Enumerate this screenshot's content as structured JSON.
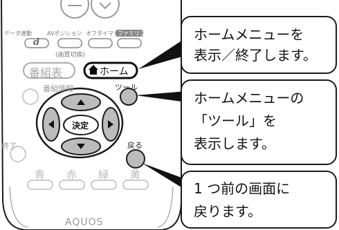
{
  "remote": {
    "top_labels": [
      "データ連動",
      "AVポジション",
      "オフタイマー",
      "ファミリンク"
    ],
    "d_button_label": "d",
    "sub_label": "(画質切換)",
    "program_guide_label": "番組表",
    "home_label": "ホーム",
    "program_info_label": "番組情報",
    "tool_label": "ツール",
    "center_label": "決定",
    "exit_label": "終了",
    "back_label": "戻る",
    "color_labels": [
      "青",
      "赤",
      "緑",
      "黄"
    ],
    "brand": "AQUOS",
    "icons": [
      "home-icon",
      "arrow-up-icon",
      "arrow-down-icon",
      "arrow-left-icon",
      "arrow-right-icon"
    ],
    "colors": {
      "remote_body": "#ffffff",
      "outline": "#1a1a1a",
      "tool_button": "#bcbcbc",
      "home_button": "#0d0d0d",
      "familink": "#888888"
    }
  },
  "callouts": [
    {
      "lines": [
        "ホームメニューを",
        "表示／終了します。"
      ]
    },
    {
      "lines": [
        "ホームメニューの",
        "「ツール」を",
        "表示します。"
      ]
    },
    {
      "lines": [
        "1 つ前の画面に",
        "戻ります。"
      ]
    }
  ]
}
